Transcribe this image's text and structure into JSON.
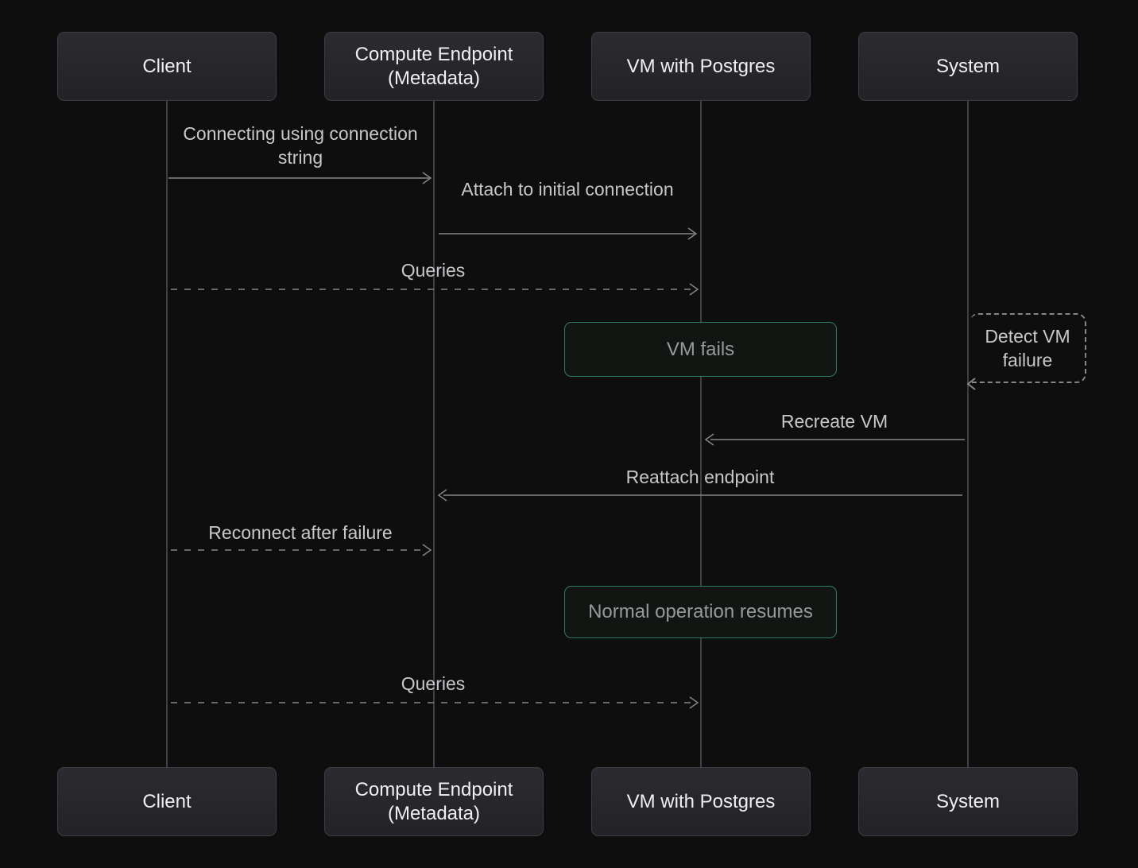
{
  "diagram": {
    "type": "sequence-diagram",
    "colors": {
      "background": "#0e0e0f",
      "actor_fill": "#28282d",
      "actor_border": "#3d3d43",
      "actor_text": "#eef0f2",
      "arrow": "#85858a",
      "message_text": "#c6c8cb",
      "note_border": "#2a8060",
      "note_text": "#97999d",
      "lifeline": "#3e3e43"
    },
    "actors": [
      {
        "label": "Client"
      },
      {
        "label": "Compute Endpoint (Metadata)"
      },
      {
        "label": "VM with Postgres"
      },
      {
        "label": "System"
      }
    ],
    "messages": [
      {
        "label": "Connecting using connection string",
        "from": "Client",
        "to": "Compute Endpoint (Metadata)",
        "line": "solid",
        "direction": "right"
      },
      {
        "label": "Attach to initial connection",
        "from": "Compute Endpoint (Metadata)",
        "to": "VM with Postgres",
        "line": "solid",
        "direction": "right"
      },
      {
        "label": "Queries",
        "from": "Client",
        "to": "VM with Postgres",
        "line": "dashed",
        "direction": "right"
      },
      {
        "label": "Recreate VM",
        "from": "System",
        "to": "VM with Postgres",
        "line": "solid",
        "direction": "left"
      },
      {
        "label": "Reattach endpoint",
        "from": "System",
        "to": "Compute Endpoint (Metadata)",
        "line": "solid",
        "direction": "left"
      },
      {
        "label": "Reconnect after failure",
        "from": "Client",
        "to": "Compute Endpoint (Metadata)",
        "line": "dashed",
        "direction": "right"
      },
      {
        "label": "Queries",
        "from": "Client",
        "to": "VM with Postgres",
        "line": "dashed",
        "direction": "right"
      }
    ],
    "notes": [
      {
        "label": "VM fails",
        "over": "VM with Postgres"
      },
      {
        "label": "Normal operation resumes",
        "over": "VM with Postgres"
      }
    ],
    "self_message": {
      "label": "Detect VM failure",
      "actor": "System",
      "line": "dashed"
    }
  }
}
